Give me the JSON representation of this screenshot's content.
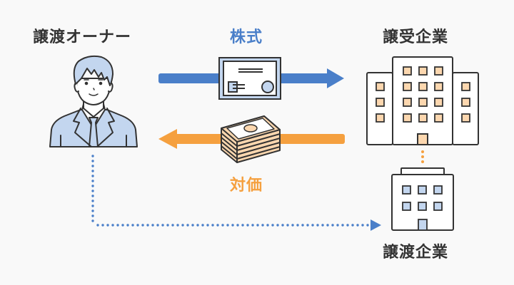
{
  "labels": {
    "owner": "譲渡オーナー",
    "stock": "株式",
    "buyer": "譲受企業",
    "price": "対価",
    "target": "譲渡企業"
  },
  "icons": {
    "owner": "businessman-icon",
    "stock": "stock-certificate-icon",
    "price": "money-stack-icon",
    "buyer": "large-building-icon",
    "target": "small-building-icon"
  },
  "colors": {
    "stock_arrow": "#4a7fc9",
    "price_arrow": "#f5a03f",
    "blue_fill": "#c3d6ef",
    "orange_fill": "#fcd7af",
    "outline": "#333333",
    "background": "#f9f9f9"
  }
}
